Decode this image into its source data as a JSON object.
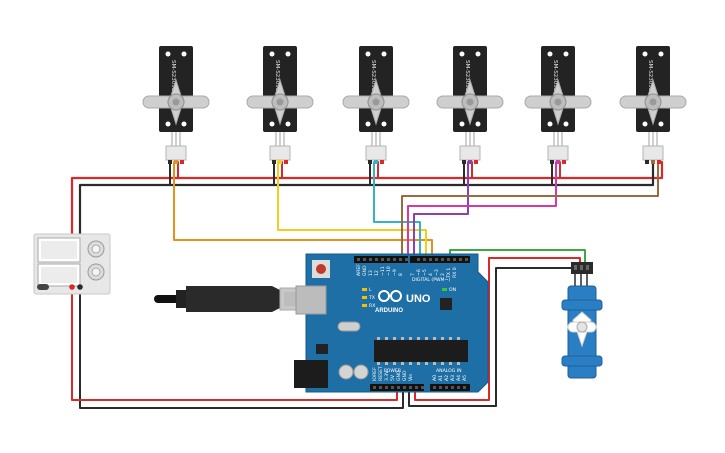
{
  "servos": [
    {
      "id": "servo-1",
      "model": "SM-S2309S",
      "signal_color": "#e8901e"
    },
    {
      "id": "servo-2",
      "model": "SM-S2309S",
      "signal_color": "#f2cf1f"
    },
    {
      "id": "servo-3",
      "model": "SM-S2309S",
      "signal_color": "#38b0c8"
    },
    {
      "id": "servo-4",
      "model": "SM-S2309S",
      "signal_color": "#8d3fb0"
    },
    {
      "id": "servo-5",
      "model": "SM-S2309S",
      "signal_color": "#d23aa6"
    },
    {
      "id": "servo-6",
      "model": "SM-S2309S",
      "signal_color": "#9b6b3e"
    }
  ],
  "arduino": {
    "brand": "ARDUINO",
    "model": "UNO",
    "digital_label": "DIGITAL (PWM~)",
    "power_label": "POWER",
    "analog_label": "ANALOG IN",
    "pin_labels": {
      "aref": "AREF",
      "gnd": "GND",
      "d13": "13",
      "d12": "12",
      "d11": "~11",
      "d10": "~10",
      "d9": "~9",
      "d8": "8",
      "d7": "7",
      "d6": "~6",
      "d5": "~5",
      "d4": "4",
      "d3": "~3",
      "d2": "2",
      "d1": "TX 1",
      "d0": "RX 0",
      "ioref": "IOREF",
      "reset": "RESET",
      "v33": "3.3V",
      "v5": "5V",
      "gnd1": "GND",
      "gnd2": "GND",
      "vin": "Vin",
      "a0": "A0",
      "a1": "A1",
      "a2": "A2",
      "a3": "A3",
      "a4": "A4",
      "a5": "A5",
      "l": "L",
      "tx": "TX",
      "rx": "RX",
      "on": "ON"
    }
  },
  "colors": {
    "power_red": "#d9292b",
    "ground_black": "#2b2b2b",
    "board_blue": "#1e6fa5",
    "micro_servo_blue": "#2a7fc4",
    "micro_servo_signal": "#3fa83f"
  }
}
